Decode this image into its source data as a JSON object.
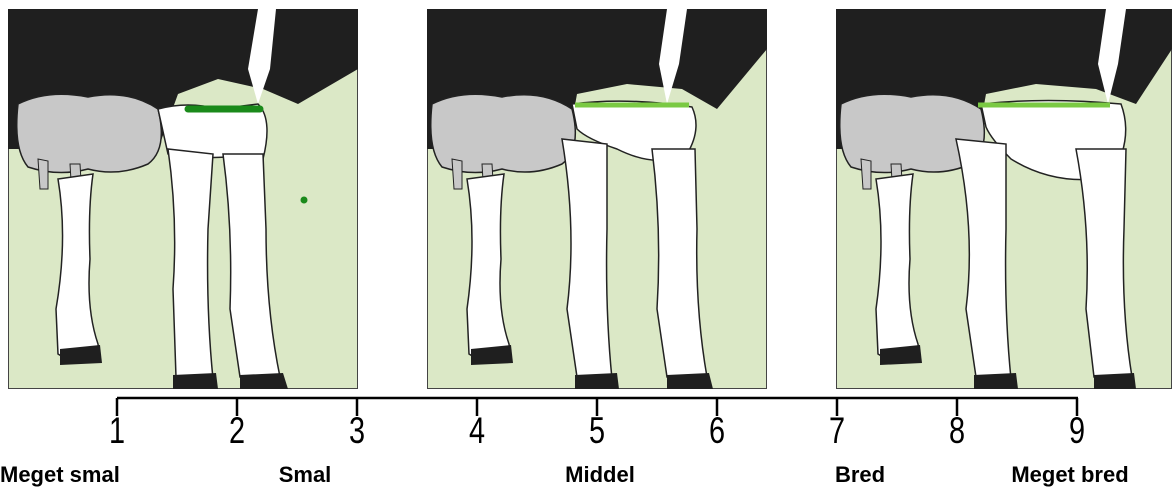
{
  "panels": [
    {
      "label": "panel-smal",
      "bar_color": "#1a8a1a"
    },
    {
      "label": "panel-middel",
      "bar_color": "#7ac943"
    },
    {
      "label": "panel-bred",
      "bar_color": "#7ac943"
    }
  ],
  "scale": {
    "ticks": [
      "1",
      "2",
      "3",
      "4",
      "5",
      "6",
      "7",
      "8",
      "9"
    ],
    "categories": [
      "Meget smal",
      "Smal",
      "Middel",
      "Bred",
      "Meget bred"
    ]
  },
  "colors": {
    "background": "#dbe8c6",
    "hide_dark": "#1f1f1f",
    "udder": "#c8c8c8",
    "narrow_bar": "#1a8a1a",
    "wide_bar": "#7ac943"
  }
}
